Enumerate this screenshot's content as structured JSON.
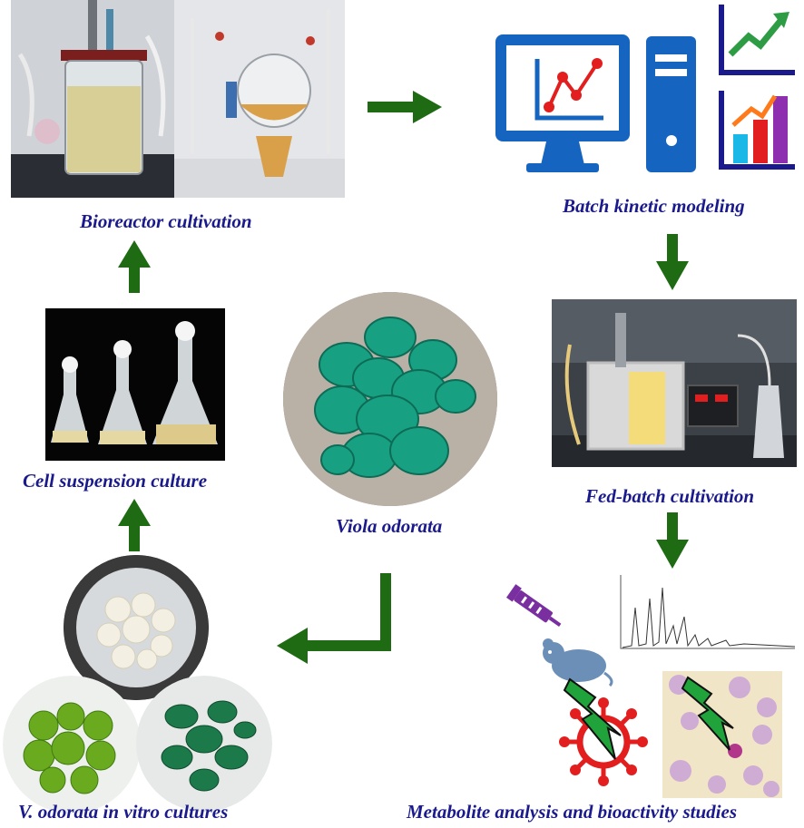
{
  "labels": {
    "bioreactor": "Bioreactor cultivation",
    "batch_kinetic": "Batch kinetic modeling",
    "fed_batch": "Fed-batch cultivation",
    "metabolite": "Metabolite analysis and bioactivity studies",
    "cell_suspension": "Cell suspension culture",
    "viola": "Viola odorata",
    "in_vitro": "V. odorata in vitro cultures"
  },
  "colors": {
    "label_text": "#1a1a8c",
    "arrow": "#1e6b14",
    "computer_blue": "#1565c0",
    "chart_green": "#2e9b45",
    "chart_orange": "#ff7a1a",
    "chart_purple": "#8e2fb0",
    "chart_cyan": "#19b8e6",
    "chart_red": "#e31e1e",
    "virus_red": "#e31e1e",
    "mouse_blue": "#6c8fb8",
    "syringe_purple": "#7a2fa0",
    "bolt_green": "#1fa33a"
  },
  "icons": [
    "bioreactor-photo",
    "computer-icon",
    "line-chart-icon",
    "bar-chart-icon",
    "fermenter-photo",
    "chromatogram-icon",
    "syringe-icon",
    "mouse-icon",
    "virus-icon",
    "lightning-icon",
    "blood-cells-photo",
    "flasks-photo",
    "plant-photo",
    "callus-photo",
    "plantlets-photo"
  ]
}
